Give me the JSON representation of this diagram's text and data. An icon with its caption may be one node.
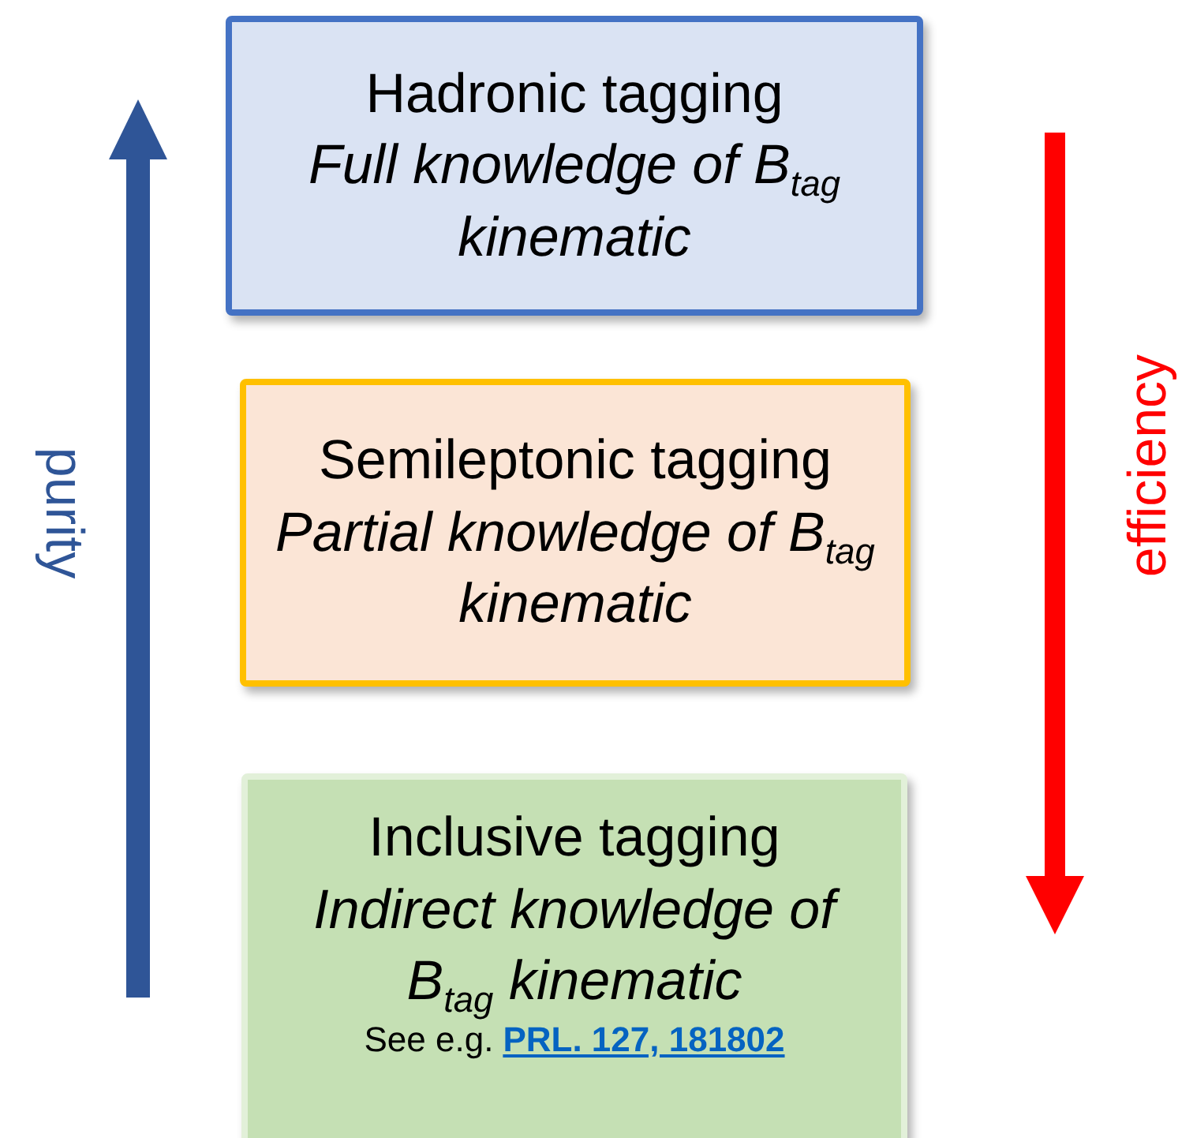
{
  "diagram": {
    "nodes": [
      {
        "text": [
          "Hadronic tagging",
          "Full knowledge of B$_{tag}$ kinematic"
        ]
      },
      {
        "text": [
          "Semileptonic tagging",
          "Partial knowledge of B$_{tag}$ kinematic"
        ]
      },
      {
        "text": [
          "Inclusive tagging",
          "Indirect knowledge of B$_{tag}$ kinematic",
          "See e.g.",
          "PRL. 127, 181802"
        ]
      }
    ],
    "edges": [],
    "labels": [
      "purity",
      "efficiency"
    ]
  }
}
